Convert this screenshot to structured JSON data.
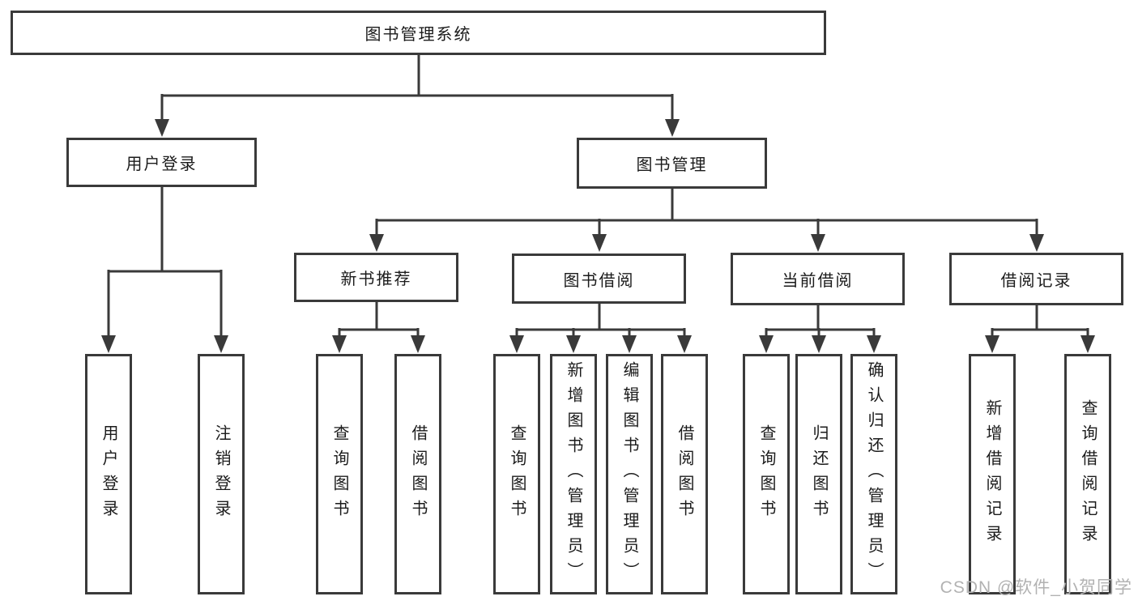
{
  "diagram": {
    "title": "图书管理系统",
    "user_login": {
      "label": "用户登录",
      "children": [
        "用户登录",
        "注销登录"
      ]
    },
    "book_management": {
      "label": "图书管理",
      "sections": [
        {
          "label": "新书推荐",
          "children": [
            "查询图书",
            "借阅图书"
          ]
        },
        {
          "label": "图书借阅",
          "children": [
            "查询图书",
            "新增图书（管理员）",
            "编辑图书（管理员）",
            "借阅图书"
          ]
        },
        {
          "label": "当前借阅",
          "children": [
            "查询图书",
            "归还图书",
            "确认归还（管理员）"
          ]
        },
        {
          "label": "借阅记录",
          "children": [
            "新增借阅记录",
            "查询借阅记录"
          ]
        }
      ]
    },
    "line_color": "#3a3a3a"
  },
  "watermark": {
    "text": "CSDN @软件_小贺同学"
  }
}
